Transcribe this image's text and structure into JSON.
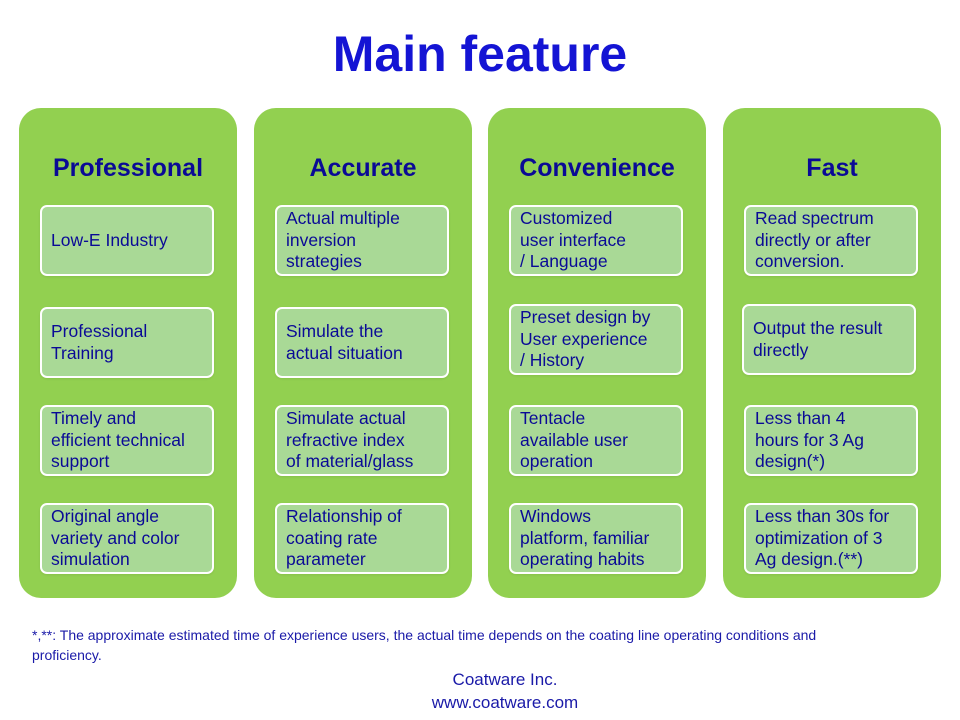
{
  "title": "Main feature",
  "columns": [
    {
      "heading": "Professional",
      "items": [
        "Low-E Industry",
        "Professional\nTraining",
        "Timely and\nefficient technical\nsupport",
        "Original angle\nvariety and color\nsimulation"
      ]
    },
    {
      "heading": "Accurate",
      "items": [
        "Actual multiple\ninversion\nstrategies",
        "Simulate the\nactual situation",
        "Simulate actual\nrefractive index\nof material/glass",
        "Relationship of\ncoating rate\nparameter"
      ]
    },
    {
      "heading": "Convenience",
      "items": [
        "Customized\nuser interface\n/ Language",
        "Preset design by\nUser experience\n/ History",
        "Tentacle\navailable user\noperation",
        "Windows\nplatform, familiar\noperating habits"
      ]
    },
    {
      "heading": "Fast",
      "items": [
        "Read spectrum\ndirectly or after\nconversion.",
        "Output the result\ndirectly",
        "Less than 4\nhours for 3 Ag\ndesign(*)",
        "Less than 30s for\noptimization of 3\nAg design.(**)"
      ]
    }
  ],
  "footnote": "*,**: The approximate estimated time of experience users, the actual time depends on the coating line operating conditions and proficiency.",
  "company": {
    "name": "Coatware Inc.",
    "website": "www.coatware.com"
  }
}
